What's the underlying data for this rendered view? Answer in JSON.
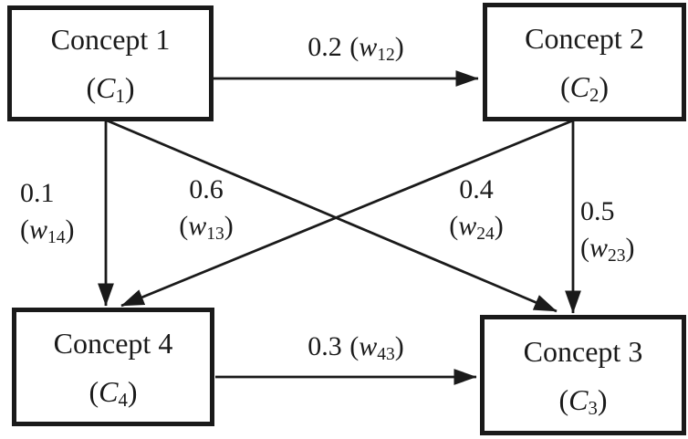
{
  "figure": {
    "description": "Fuzzy cognitive map with four concept nodes and six weighted directed edges"
  },
  "colors": {
    "ink": "#1a1a1a",
    "background": "#ffffff"
  },
  "punctuation": {
    "open_paren": "(",
    "close_paren": ")"
  },
  "nodes": [
    {
      "id": "C1",
      "name": "Concept 1",
      "symbol": "C",
      "sub": "1"
    },
    {
      "id": "C2",
      "name": "Concept 2",
      "symbol": "C",
      "sub": "2"
    },
    {
      "id": "C3",
      "name": "Concept 3",
      "symbol": "C",
      "sub": "3"
    },
    {
      "id": "C4",
      "name": "Concept 4",
      "symbol": "C",
      "sub": "4"
    }
  ],
  "edges": [
    {
      "from": "C1",
      "to": "C2",
      "value": "0.2",
      "weight_symbol": "w",
      "weight_sub": "12"
    },
    {
      "from": "C1",
      "to": "C4",
      "value": "0.1",
      "weight_symbol": "w",
      "weight_sub": "14"
    },
    {
      "from": "C1",
      "to": "C3",
      "value": "0.6",
      "weight_symbol": "w",
      "weight_sub": "13"
    },
    {
      "from": "C2",
      "to": "C4",
      "value": "0.4",
      "weight_symbol": "w",
      "weight_sub": "24"
    },
    {
      "from": "C2",
      "to": "C3",
      "value": "0.5",
      "weight_symbol": "w",
      "weight_sub": "23"
    },
    {
      "from": "C4",
      "to": "C3",
      "value": "0.3",
      "weight_symbol": "w",
      "weight_sub": "43"
    }
  ]
}
